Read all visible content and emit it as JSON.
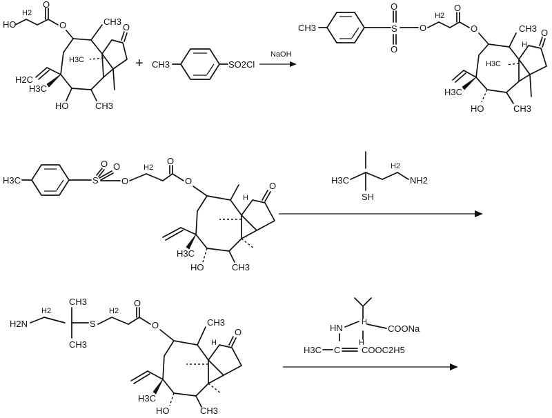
{
  "step1": {
    "reactant": {
      "ho": "HO",
      "h2": "H2",
      "o_carbonyl": "O",
      "o_ester": "O",
      "ch3_a": "CH3",
      "o_ketone": "O",
      "h3c_bridge": "H3C",
      "h2c": "H2C",
      "h3c_quat": "H3C",
      "ho_ring": "HO",
      "ch3_b": "CH3"
    },
    "plus": "+",
    "tosyl_chloride": {
      "ch3": "CH3",
      "so2cl": "SO2Cl"
    },
    "reagent": "NaOH",
    "product": {
      "ch3_tol": "CH3",
      "s": "S",
      "o_top": "O",
      "o_bottom": "O",
      "o_link": "O",
      "h2": "H2",
      "o_carbonyl": "O",
      "o_ester": "O",
      "ch3_a": "CH3",
      "h": "H",
      "o_ketone": "O",
      "h3c_bridge": "H3C",
      "h3c_quat": "H3C",
      "ho_ring": "HO",
      "ch3_b": "CH3"
    }
  },
  "step2": {
    "reactant": {
      "h3c_tol": "H3C",
      "s": "S",
      "o_top1": "O",
      "o_top2": "O",
      "o_link": "O",
      "h2": "H2",
      "o_carbonyl": "O",
      "o_ester": "O",
      "h": "H",
      "o_ketone": "O",
      "h3c_quat": "H3C",
      "ho_ring": "HO",
      "ch3_b": "CH3"
    },
    "reagent": {
      "h3c": "H3C",
      "h2": "H2",
      "nh2": "NH2",
      "sh": "SH"
    }
  },
  "step3": {
    "reactant": {
      "h2n": "H2N",
      "h2_a": "H2",
      "ch3_top": "CH3",
      "s": "S",
      "h2_b": "H2",
      "o_carbonyl": "O",
      "o_ester": "O",
      "ch3_bottom": "CH3",
      "ch3_a": "CH3",
      "h": "H",
      "o_ketone": "O",
      "h3c_quat": "H3C",
      "ho_ring": "HO",
      "ch3_b": "CH3"
    },
    "reagent": {
      "hn": "HN",
      "h": "H",
      "coona": "COONa",
      "h3c": "H3C",
      "h_vinyl": "H",
      "cooc2h5": "COOC2H5"
    }
  }
}
